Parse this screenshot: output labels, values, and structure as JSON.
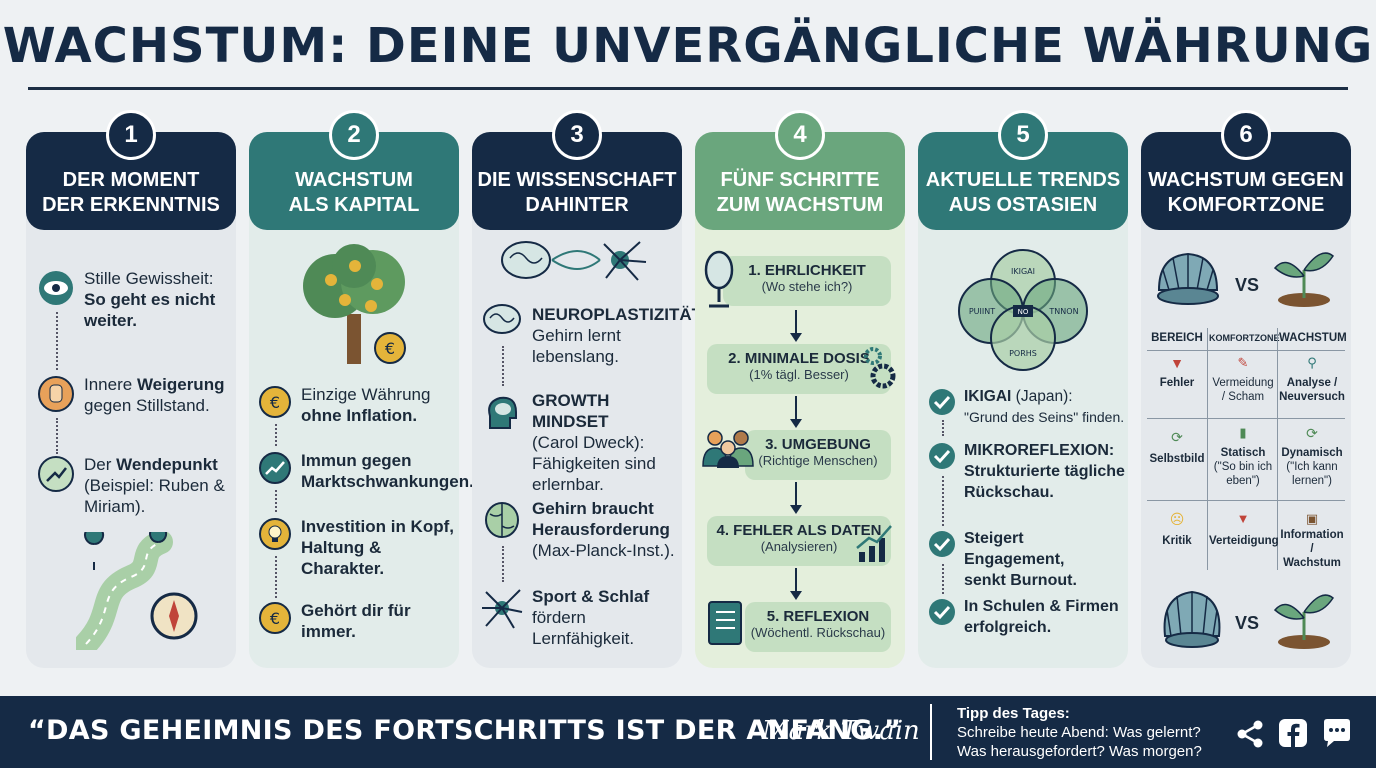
{
  "title": "WACHSTUM: DEINE UNVERGÄNGLICHE WÄHRUNG",
  "columns": [
    {
      "num": "1",
      "head1": "DER MOMENT",
      "head2": "DER ERKENNTNIS",
      "items": [
        {
          "pre": "Stille Gewissheit:",
          "bold": "So geht es nicht",
          "post": "weiter."
        },
        {
          "pre": "Innere ",
          "bold": "Weigerung",
          "post": "gegen Stillstand."
        },
        {
          "pre": "Der ",
          "bold": "Wendepunkt",
          "post": "(Beispiel: Ruben &",
          "post2": "Miriam)."
        }
      ]
    },
    {
      "num": "2",
      "head1": "WACHSTUM",
      "head2": "ALS KAPITAL",
      "items": [
        {
          "l1": "Einzige Währung",
          "l2": "ohne Inflation."
        },
        {
          "l1": "Immun gegen",
          "l2": "Marktschwankungen."
        },
        {
          "l1": "Investition in Kopf,",
          "l2": "Haltung &",
          "l3": "Charakter."
        },
        {
          "l1": "Gehört dir für",
          "l2": "immer."
        }
      ]
    },
    {
      "num": "3",
      "head1": "DIE WISSENSCHAFT",
      "head2": "DAHINTER",
      "items": [
        {
          "b": "NEUROPLASTIZITÄT:",
          "l2": "Gehirn lernt",
          "l3": "lebenslang."
        },
        {
          "b": "GROWTH MINDSET",
          "l2": "(Carol Dweck):",
          "l3": "Fähigkeiten sind",
          "l4": "erlernbar."
        },
        {
          "b": "Gehirn braucht",
          "b2": "Herausforderung",
          "l3": "(Max-Planck-Inst.)."
        },
        {
          "b": "Sport & Schlaf",
          "l2": "fördern",
          "l3": "Lernfähigkeit."
        }
      ]
    },
    {
      "num": "4",
      "head1": "FÜNF SCHRITTE",
      "head2": "ZUM WACHSTUM",
      "steps": [
        {
          "t": "1. EHRLICHKEIT",
          "s": "(Wo stehe ich?)"
        },
        {
          "t": "2. MINIMALE DOSIS",
          "s": "(1% tägl. Besser)"
        },
        {
          "t": "3. UMGEBUNG",
          "s": "(Richtige Menschen)"
        },
        {
          "t": "4. FEHLER ALS DATEN",
          "s": "(Analysieren)"
        },
        {
          "t": "5. REFLEXION",
          "s": "(Wöchentl. Rückschau)"
        }
      ]
    },
    {
      "num": "5",
      "head1": "AKTUELLE TRENDS",
      "head2": "AUS OSTASIEN",
      "venn": {
        "top": "IKIGAI",
        "left": "PUIINT",
        "right": "TNNON",
        "bottom": "PORHS",
        "center": "NO"
      },
      "items": [
        {
          "b": "IKIGAI",
          "l1rest": " (Japan):",
          "l2": "\"Grund des Seins\" finden."
        },
        {
          "b": "MIKROREFLEXION:",
          "b2": "Strukturierte tägliche",
          "b3": "Rückschau."
        },
        {
          "b": "Steigert Engagement,",
          "b2": "senkt Burnout."
        },
        {
          "b": "In Schulen & Firmen",
          "b2": "erfolgreich."
        }
      ]
    },
    {
      "num": "6",
      "head1": "WACHSTUM GEGEN",
      "head2": "KOMFORTZONE",
      "vs": "VS",
      "table": {
        "headers": [
          "BEREICH",
          "KOMFORTZONE",
          "WACHSTUM"
        ],
        "rows": [
          {
            "a": "Fehler",
            "b1": "Vermeidung",
            "b2": "/ Scham",
            "c1": "Analyse /",
            "c2": "Neuversuch"
          },
          {
            "a": "Selbstbild",
            "b1": "Statisch",
            "b2": "(\"So bin ich",
            "b3": "eben\")",
            "c1": "Dynamisch",
            "c2": "(\"Ich kann",
            "c3": "lernen\")"
          },
          {
            "a": "Kritik",
            "b1": "Verteidigung",
            "c1": "Information /",
            "c2": "Wachstum"
          }
        ]
      }
    }
  ],
  "footer": {
    "quote": "“DAS GEHEIMNIS DES FORTSCHRITTS IST DER ANFANG.”",
    "author": "Mark Twain",
    "tip_head": "Tipp des Tages:",
    "tip_line1": "Schreibe heute Abend: Was gelernt?",
    "tip_line2": "Was herausgefordert? Was morgen?"
  },
  "colors": {
    "navy": "#152a45",
    "teal": "#2f7877",
    "green": "#6aa67d"
  }
}
